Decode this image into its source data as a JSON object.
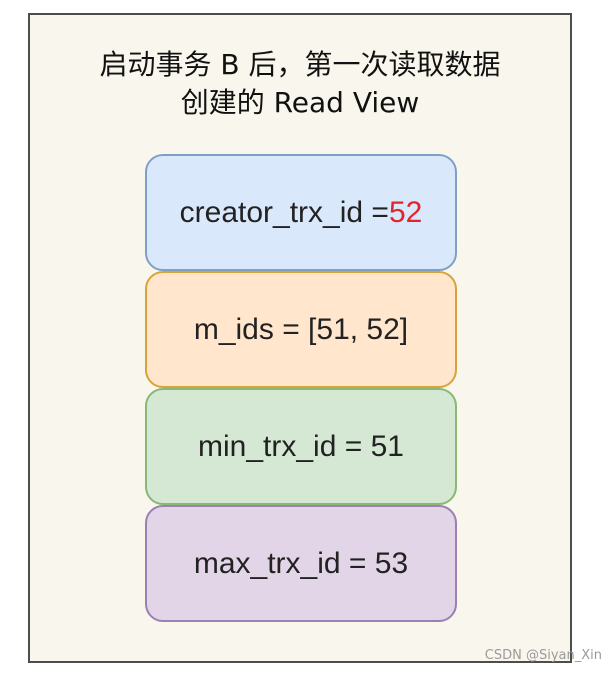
{
  "title": {
    "line1": "启动事务 B 后，第一次读取数据",
    "line2": "创建的 Read View"
  },
  "boxes": {
    "creator": {
      "label": "creator_trx_id = ",
      "value": "52",
      "value_color": "#e0252f"
    },
    "m_ids": {
      "text": "m_ids = [51, 52]"
    },
    "min": {
      "text": "min_trx_id = 51"
    },
    "max": {
      "text": "max_trx_id = 53"
    }
  },
  "colors": {
    "frame_bg": "#f9f7ed",
    "creator_fill": "#dae8fc",
    "m_ids_fill": "#ffe6cc",
    "min_fill": "#d5e8d4",
    "max_fill": "#e1d5e7"
  },
  "watermark": "CSDN @Siyan_Xin"
}
